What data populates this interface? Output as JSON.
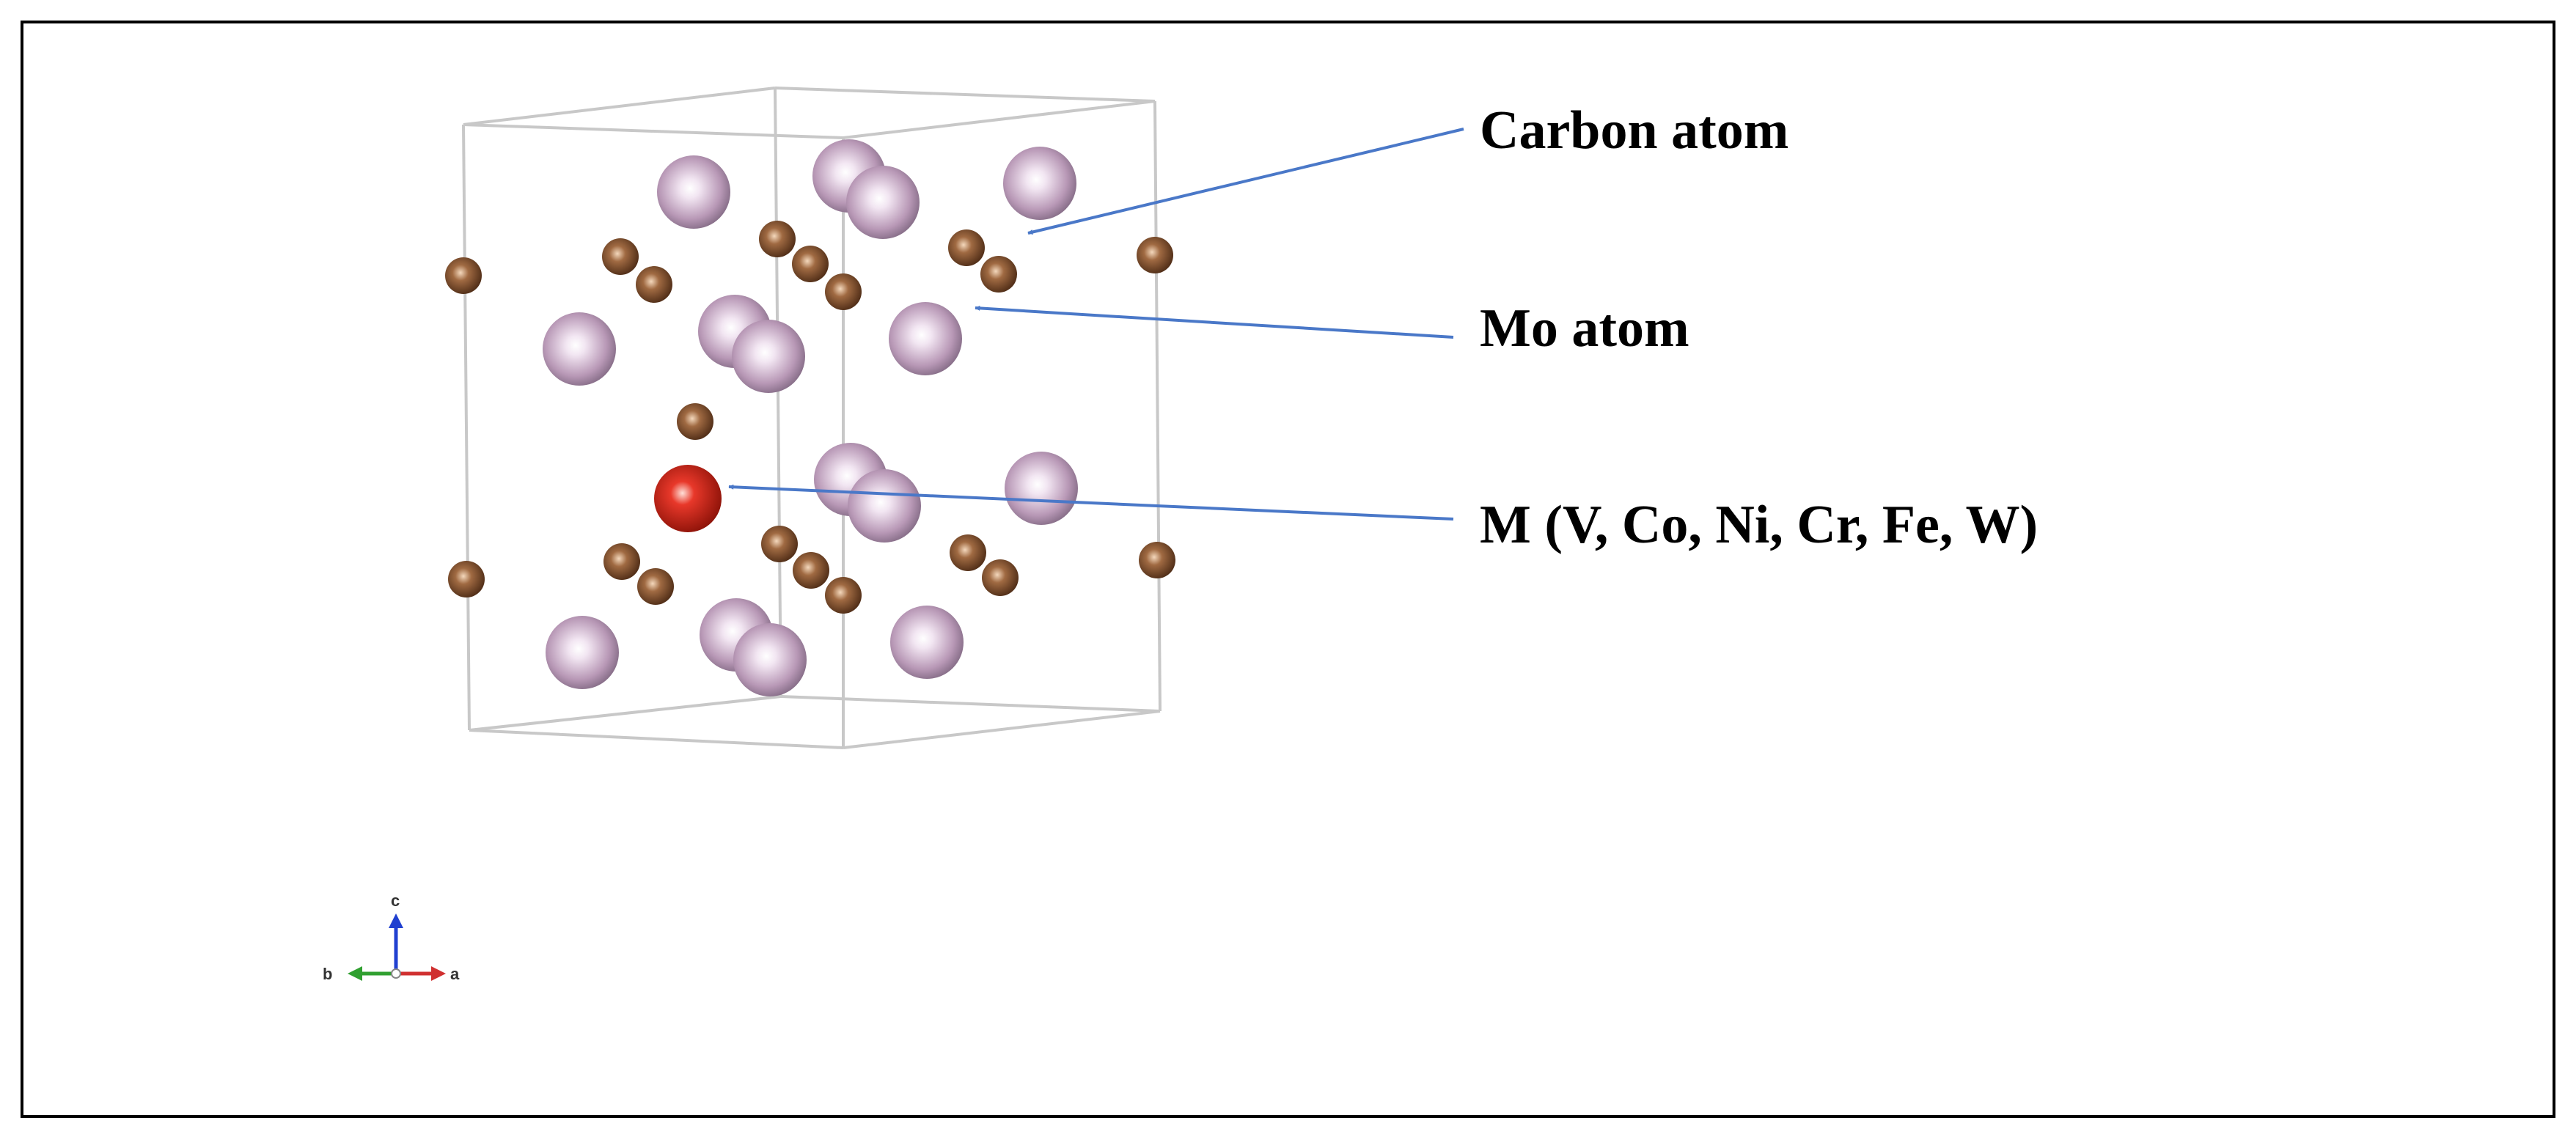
{
  "labels": {
    "carbon": "Carbon atom",
    "mo": "Mo atom",
    "m": "M (V, Co, Ni, Cr, Fe, W)"
  },
  "axes": {
    "a": "a",
    "b": "b",
    "c": "c"
  },
  "colors": {
    "frame": "#000000",
    "cell_edge": "#c8c8c8",
    "mo_atom": "#b898b6",
    "carbon_atom": "#7a4a2a",
    "m_atom": "#d42a1c",
    "arrow": "#4a78c8",
    "axis_a": "#d03030",
    "axis_b": "#30a030",
    "axis_c": "#2040d0"
  }
}
